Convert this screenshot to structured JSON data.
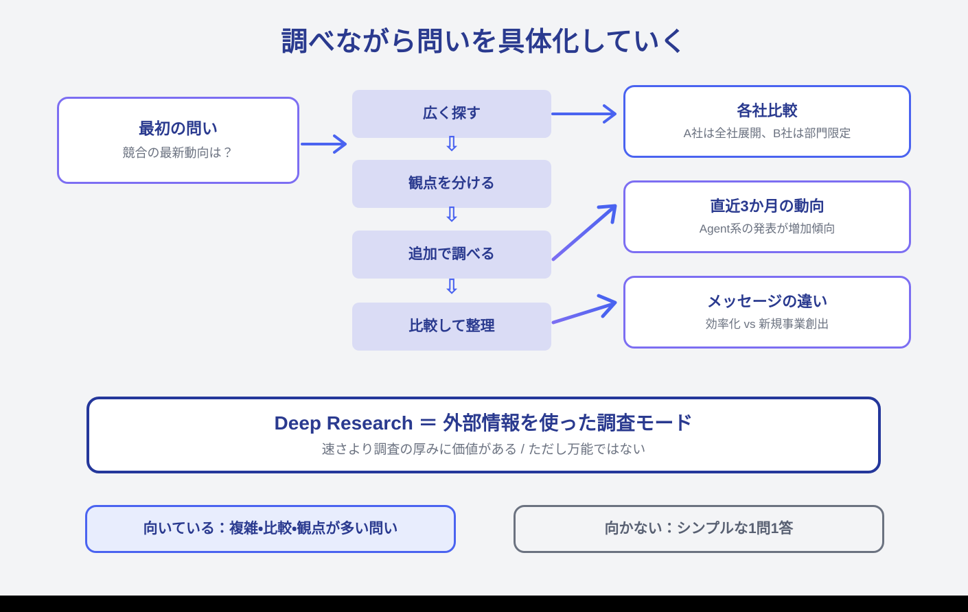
{
  "page": {
    "title": "調べながら問いを具体化していく",
    "background_color": "#f3f4f6",
    "accent_navy": "#2a3a8f",
    "accent_blue": "#4a63f0",
    "accent_purple": "#7c6ef2",
    "chip_fill": "#dadcf5",
    "muted_text": "#6b7280"
  },
  "start": {
    "headline": "最初の問い",
    "sub": "競合の最新動向は？"
  },
  "flow": {
    "steps": [
      {
        "label": "広く探す"
      },
      {
        "label": "観点を分ける"
      },
      {
        "label": "追加で調べる"
      },
      {
        "label": "比較して整理"
      }
    ],
    "down_arrow_glyph": "⇩"
  },
  "outcomes": [
    {
      "headline": "各社比較",
      "sub": "A社は全社展開、B社は部門限定",
      "border_color": "#4a63f0"
    },
    {
      "headline": "直近3か月の動向",
      "sub": "Agent系の発表が増加傾向",
      "border_color": "#7c6ef2"
    },
    {
      "headline": "メッセージの違い",
      "sub": "効率化 vs 新規事業創出",
      "border_color": "#7c6ef2"
    }
  ],
  "summary": {
    "headline": "Deep Research ＝ 外部情報を使った調査モード",
    "sub": "速さより調査の厚みに価値がある / ただし万能ではない"
  },
  "pills": {
    "good": "向いている：複雑・比較・観点が多い問い",
    "bad": "向かない：シンプルな1問1答"
  }
}
